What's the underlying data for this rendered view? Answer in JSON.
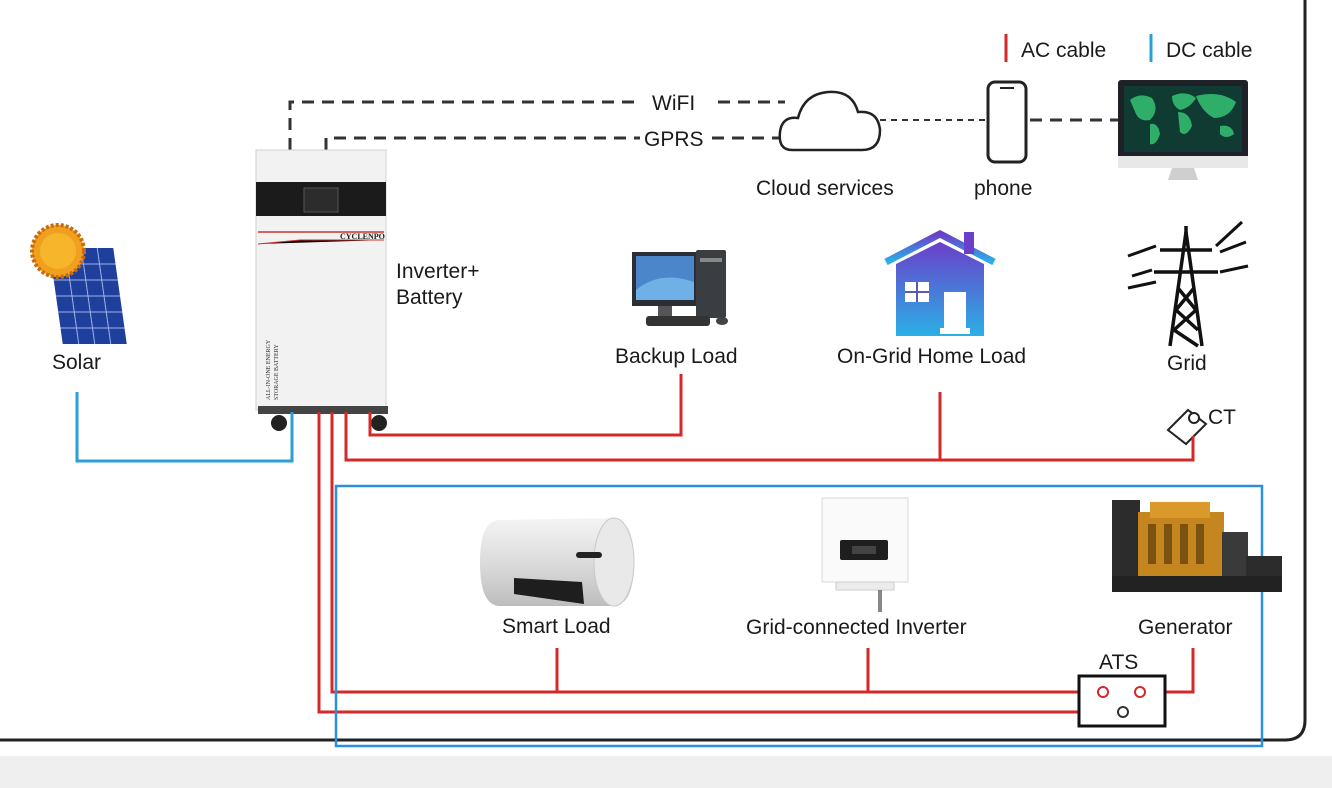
{
  "legend": {
    "ac_label": "AC cable",
    "dc_label": "DC cable",
    "ac_color": "#d62828",
    "dc_color": "#2a9fd8"
  },
  "links": {
    "wifi": "WiFI",
    "gprs": "GPRS"
  },
  "nodes": {
    "cloud": "Cloud services",
    "phone": "phone",
    "inverter_line1": "Inverter+",
    "inverter_line2": "Battery",
    "solar": "Solar",
    "backup_load": "Backup Load",
    "home_load": "On-Grid Home Load",
    "grid": "Grid",
    "ct": "CT",
    "smart_load": "Smart Load",
    "grid_inverter": "Grid-connected Inverter",
    "generator": "Generator",
    "ats": "ATS"
  },
  "device": {
    "brand": "CYCLENPO",
    "side_line1": "ALL-IN-ONE ENERGY",
    "side_line2": "STORAGE BATTERY"
  },
  "colors": {
    "highlight_box": "#2a8fdc",
    "frame": "#222222"
  }
}
